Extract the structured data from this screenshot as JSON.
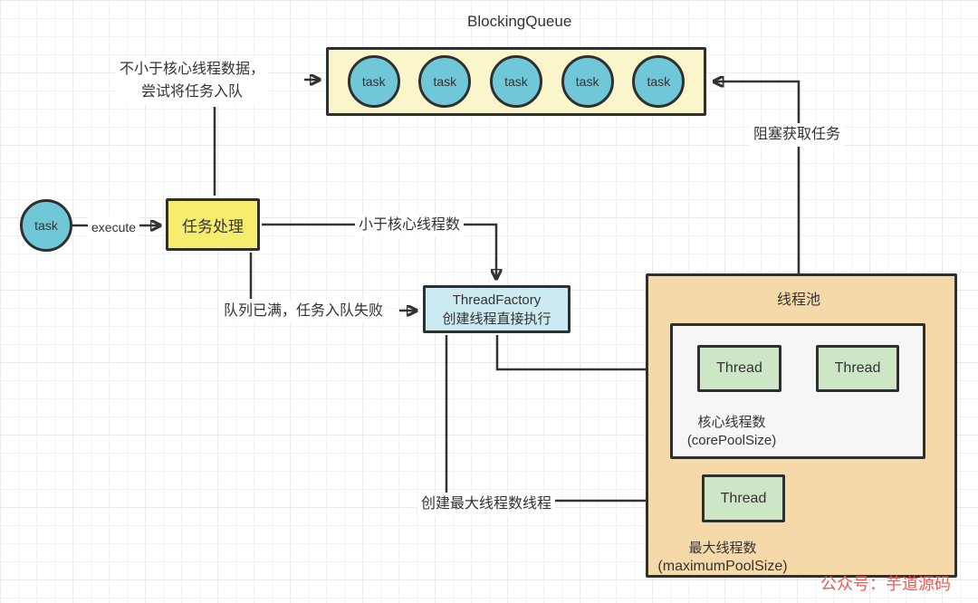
{
  "queue": {
    "title": "BlockingQueue",
    "items": [
      "task",
      "task",
      "task",
      "task",
      "task"
    ]
  },
  "source_task": {
    "label": "task"
  },
  "handler": {
    "label": "任务处理"
  },
  "factory": {
    "line1": "ThreadFactory",
    "line2": "创建线程直接执行"
  },
  "pool": {
    "title": "线程池",
    "core": {
      "threads": [
        "Thread",
        "Thread"
      ],
      "label_line1": "核心线程数",
      "label_line2": "(corePoolSize)"
    },
    "max": {
      "thread": "Thread",
      "label_line1": "最大线程数",
      "label_line2": "(maximumPoolSize)"
    }
  },
  "edges": {
    "execute": "execute",
    "enqueue_line1": "不小于核心线程数据，",
    "enqueue_line2": "尝试将任务入队",
    "less_than_core": "小于核心线程数",
    "queue_full": "队列已满，任务入队失败",
    "create_max": "创建最大线程数线程",
    "blocking_take": "阻塞获取任务"
  },
  "watermark": "公众号：芋道源码",
  "colors": {
    "queue_fill": "#FBF5CC",
    "task_fill": "#6FC7D7",
    "handler_fill": "#F6EC6D",
    "factory_fill": "#CBEAF2",
    "pool_fill": "#F6D9A8",
    "core_box_fill": "#F6F6F6",
    "thread_fill": "#CDE7C6",
    "line_border": "#2F2F2F",
    "watermark_red": "#EC5B4F"
  }
}
